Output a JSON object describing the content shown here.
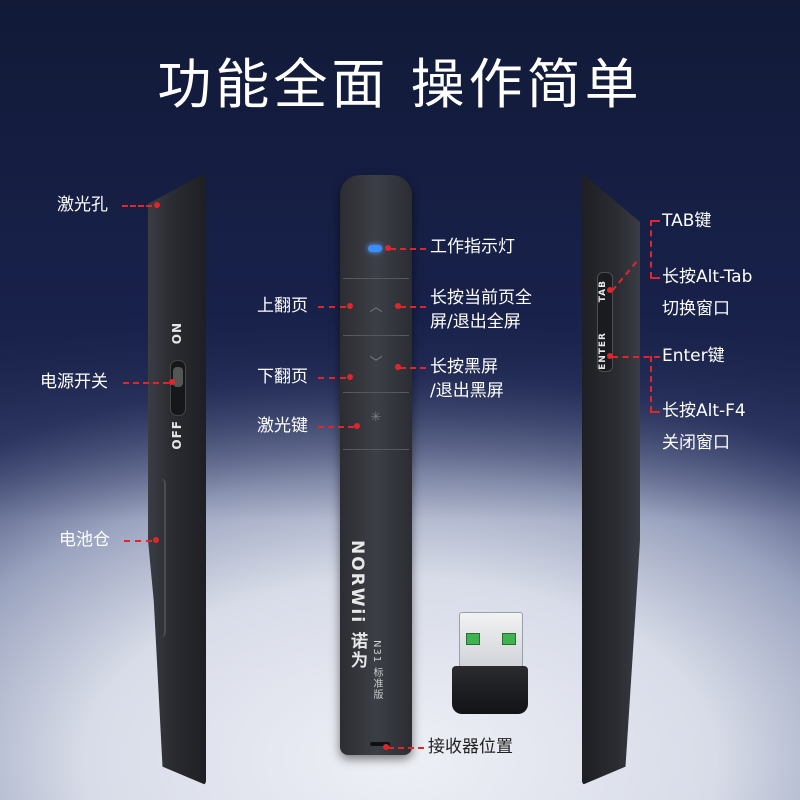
{
  "title": "功能全面 操作简单",
  "left_side": {
    "laser_hole": "激光孔",
    "power_switch": "电源开关",
    "battery": "电池仓",
    "on_text": "ON",
    "off_text": "OFF"
  },
  "center": {
    "indicator": "工作指示灯",
    "page_up": "上翻页",
    "page_up_long_line1": "长按当前页全",
    "page_up_long_line2": "屏/退出全屏",
    "page_down": "下翻页",
    "page_down_long_line1": "长按黑屏",
    "page_down_long_line2": "/退出黑屏",
    "laser_key": "激光键",
    "receiver_position": "接收器位置",
    "brand": "NORWii 诺为",
    "model": "N31 标准版"
  },
  "right_side": {
    "tab_key": "TAB键",
    "tab_long_line1": "长按Alt-Tab",
    "tab_long_line2": "切换窗口",
    "enter_key": "Enter键",
    "enter_long_line1": "长按Alt-F4",
    "enter_long_line2": "关闭窗口",
    "tab_label": "TAB",
    "enter_label": "ENTER"
  },
  "colors": {
    "accent_red": "#e0262b",
    "led_blue": "#3a8dff",
    "usb_green": "#3fb34f"
  }
}
